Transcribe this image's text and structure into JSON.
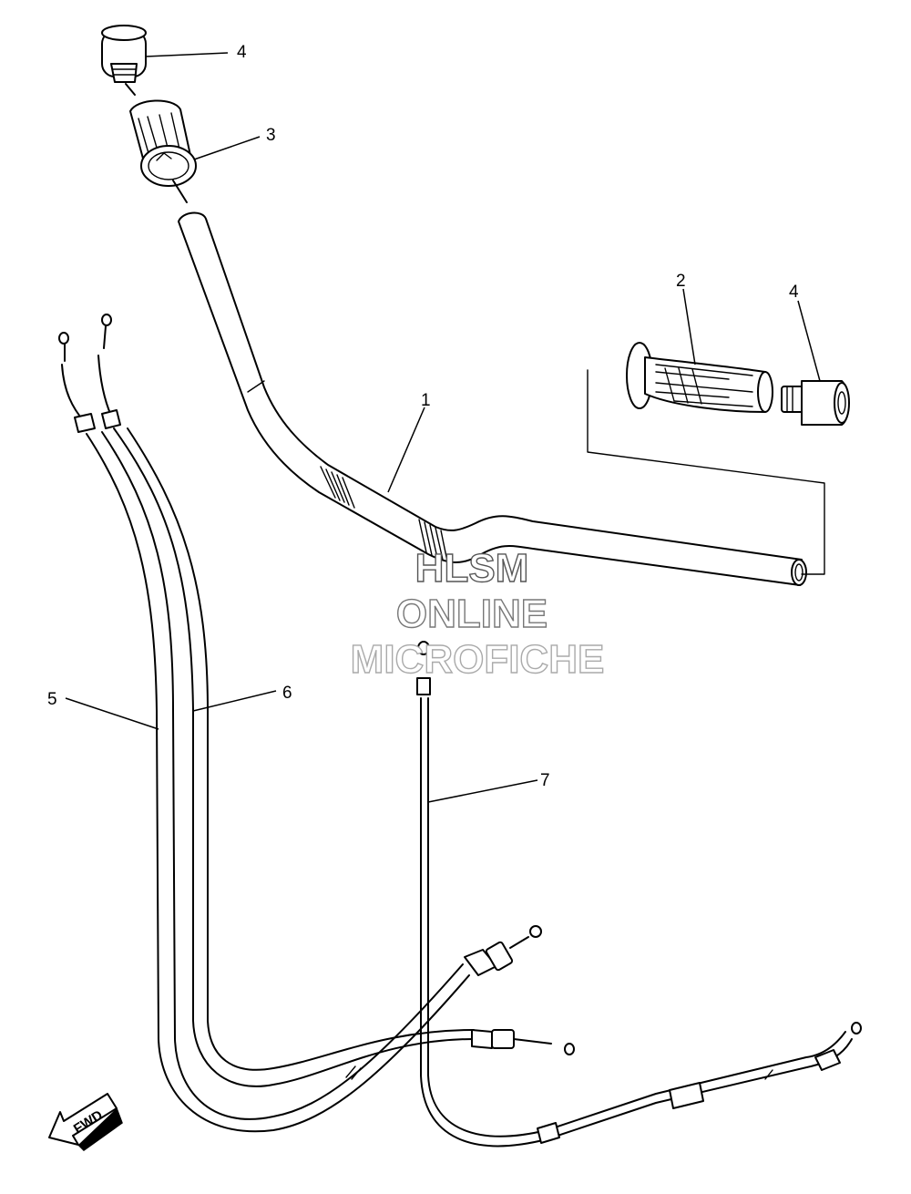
{
  "watermark": {
    "line1": "HLSM",
    "line2": "ONLINE",
    "line3": "MICROFICHE",
    "color_line1": "#555555",
    "color_line2": "#777777",
    "color_line3": "#aaaaaa"
  },
  "fwd_indicator": "FWD",
  "callouts": [
    {
      "id": "1",
      "label": "1"
    },
    {
      "id": "2",
      "label": "2"
    },
    {
      "id": "3",
      "label": "3"
    },
    {
      "id": "4a",
      "label": "4"
    },
    {
      "id": "4b",
      "label": "4"
    },
    {
      "id": "5",
      "label": "5"
    },
    {
      "id": "6",
      "label": "6"
    },
    {
      "id": "7",
      "label": "7"
    }
  ]
}
